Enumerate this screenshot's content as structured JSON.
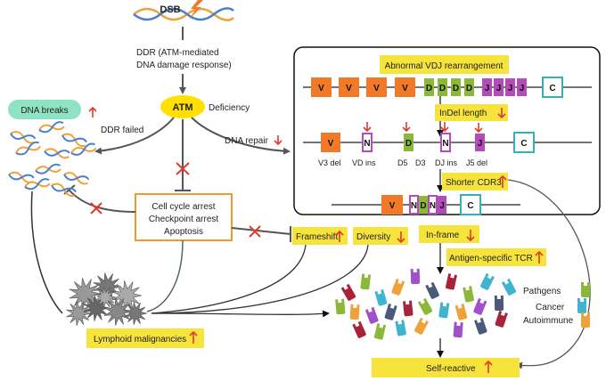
{
  "colors": {
    "orange": "#f07a28",
    "green": "#8cb83a",
    "purple": "#b14cb8",
    "teal": "#3aaeb8",
    "yellow_label": "#f6e33c",
    "mint_label": "#8fe3c5",
    "atm_fill": "#ffe000",
    "up_arrow": "#e03a2a",
    "down_arrow": "#e03a2a",
    "block_x": "#e03a2a",
    "dna_orange": "#f0a23a",
    "dna_blue": "#4a7fd0",
    "cell_red": "#a8233a",
    "cell_green": "#8cb83a",
    "cell_teal": "#3fb3d0",
    "cell_orange": "#f0a23a",
    "cell_purple": "#a050c8",
    "cell_dark": "#4a5a7a"
  },
  "top": {
    "dsb": "DSB",
    "ddr_line1": "DDR (ATM-mediated",
    "ddr_line2": "DNA damage response)"
  },
  "atm": {
    "label": "ATM",
    "deficiency": "Deficiency"
  },
  "left": {
    "dna_breaks": "DNA breaks",
    "ddr_failed": "DDR failed",
    "lymphoid": "Lymphoid malignancies"
  },
  "center": {
    "dna_repair": "DNA repair",
    "arrest_lines": [
      "Cell cycle arrest",
      "Checkpoint arrest",
      "Apoptosis"
    ]
  },
  "vdj": {
    "title": "Abnormal VDJ rearrangement",
    "v": "V",
    "d": "D",
    "j": "J",
    "c": "C",
    "n": "N",
    "indel": "InDel length",
    "v3del": "V3 del",
    "vdins": "VD ins",
    "d5": "D5",
    "d3": "D3",
    "djins": "DJ ins",
    "j5del": "J5 del",
    "shorter_cdr3": "Shorter CDR3"
  },
  "bottom": {
    "frameshift": "Frameshift",
    "diversity": "Diversity",
    "inframe": "In-frame",
    "antigen": "Antigen-specific TCR",
    "self_reactive": "Self-reactive",
    "legend": [
      "Pathgens",
      "Cancer",
      "Autoimmune"
    ]
  }
}
